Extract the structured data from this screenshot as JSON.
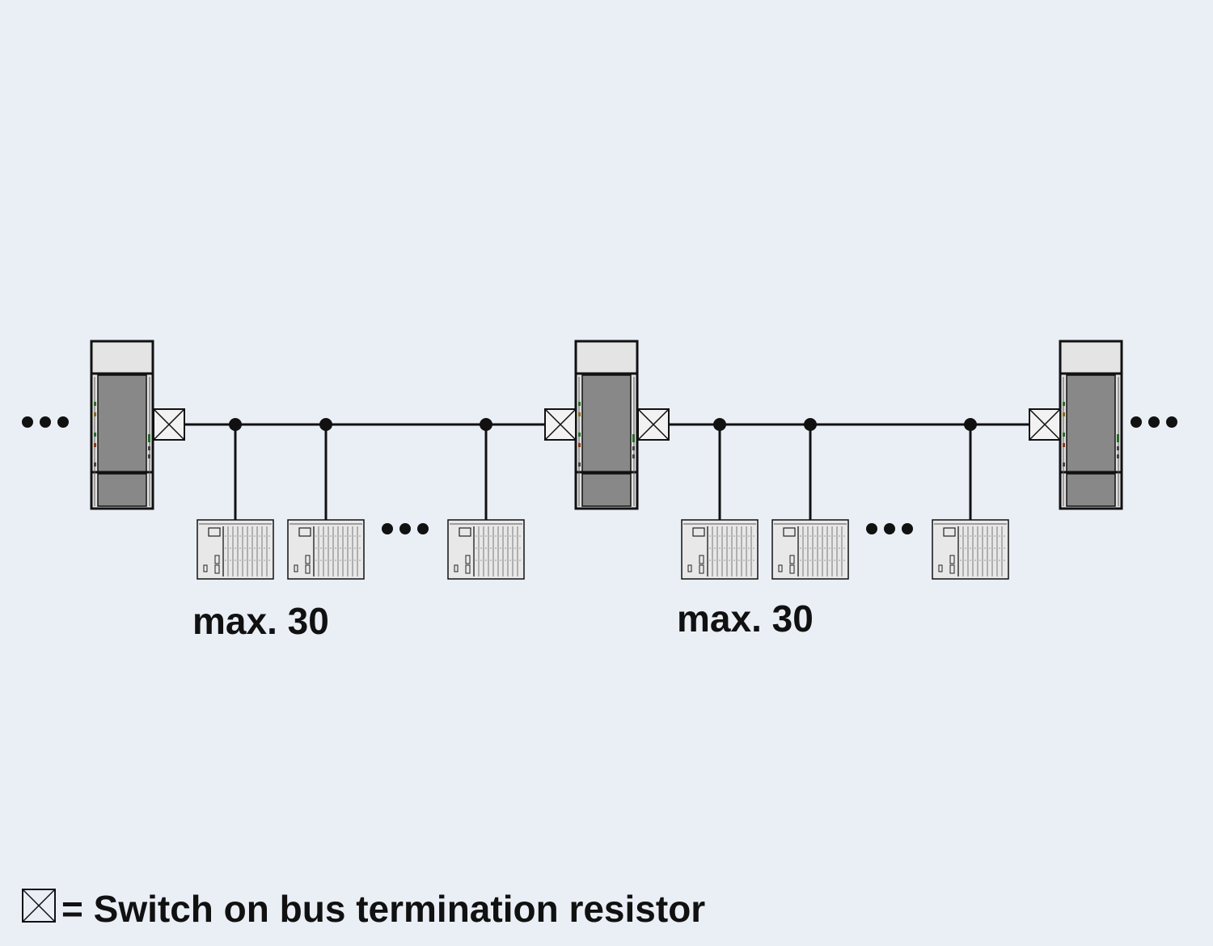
{
  "segments": [
    {
      "count_label": "max. 30"
    },
    {
      "count_label": "max. 30"
    }
  ],
  "legend": {
    "text": "= Switch on bus termination resistor",
    "symbol_icon": "termination-resistor-icon"
  },
  "colors": {
    "background": "#eaeff6",
    "line": "#111111",
    "repeater_body": "#888888",
    "repeater_top": "#e4e4e4",
    "device_fill": "#e8e8e8"
  }
}
